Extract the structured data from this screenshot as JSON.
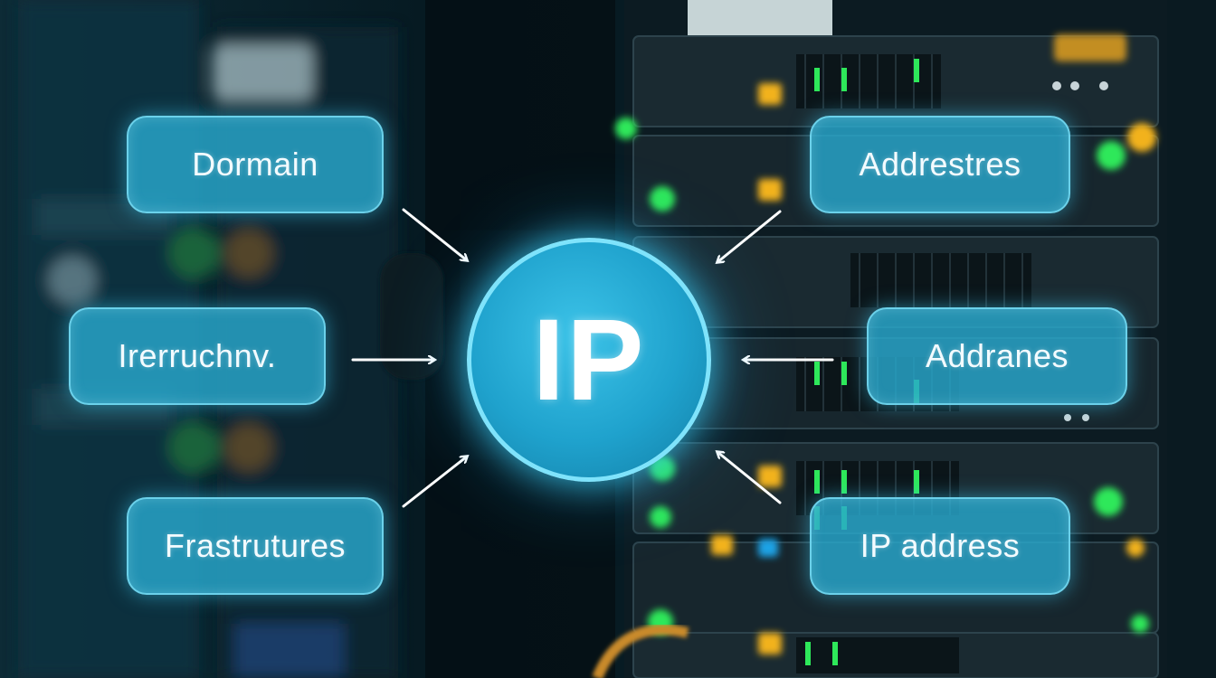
{
  "hub": {
    "label": "IP"
  },
  "nodes": {
    "left_top": "Dormain",
    "left_middle": "Irerruchnv.",
    "left_bottom": "Frastrutures",
    "right_top": "Addrestres",
    "right_middle": "Addranes",
    "right_bottom": "IP address"
  },
  "colors": {
    "node_fill": "#28a8cd",
    "node_border": "#78dcf5",
    "hub_fill": "#1fa2cd",
    "hub_border": "#7fe3fb",
    "arrow": "#ffffff",
    "background": "#041218",
    "led_green": "#2ee85a",
    "led_amber": "#f2b21c",
    "led_blue": "#1aa3e6"
  }
}
